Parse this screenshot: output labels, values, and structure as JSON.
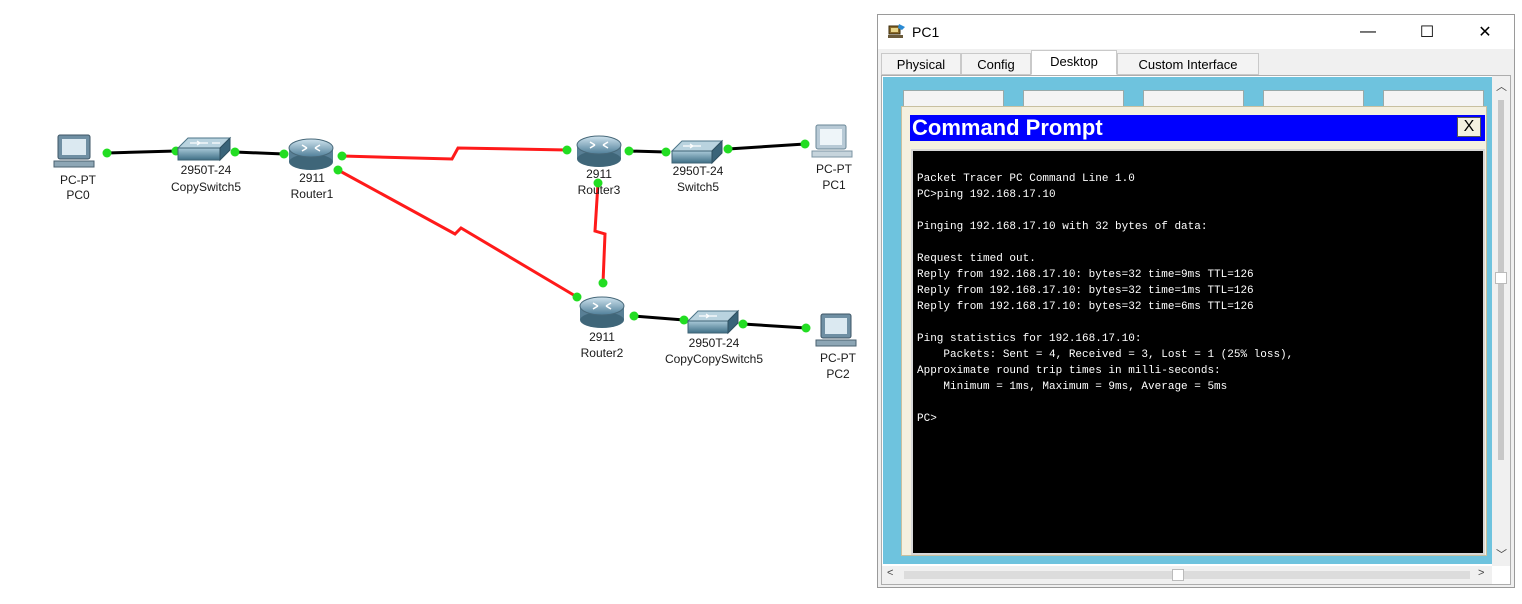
{
  "topology": {
    "devices": [
      {
        "id": "pc0",
        "type": "pc",
        "model": "PC-PT",
        "name": "PC0"
      },
      {
        "id": "copyswitch5",
        "type": "switch",
        "model": "2950T-24",
        "name": "CopySwitch5"
      },
      {
        "id": "router1",
        "type": "router",
        "model": "2911",
        "name": "Router1"
      },
      {
        "id": "router3",
        "type": "router",
        "model": "2911",
        "name": "Router3"
      },
      {
        "id": "switch5",
        "type": "switch",
        "model": "2950T-24",
        "name": "Switch5"
      },
      {
        "id": "pc1",
        "type": "pc",
        "model": "PC-PT",
        "name": "PC1"
      },
      {
        "id": "router2",
        "type": "router",
        "model": "2911",
        "name": "Router2"
      },
      {
        "id": "copycopyswitch5",
        "type": "switch",
        "model": "2950T-24",
        "name": "CopyCopySwitch5"
      },
      {
        "id": "pc2",
        "type": "pc",
        "model": "PC-PT",
        "name": "PC2"
      }
    ],
    "links": [
      {
        "from": "pc0",
        "to": "copyswitch5",
        "kind": "ethernet"
      },
      {
        "from": "copyswitch5",
        "to": "router1",
        "kind": "ethernet"
      },
      {
        "from": "router1",
        "to": "router3",
        "kind": "serial"
      },
      {
        "from": "router1",
        "to": "router2",
        "kind": "serial"
      },
      {
        "from": "router3",
        "to": "router2",
        "kind": "serial"
      },
      {
        "from": "router3",
        "to": "switch5",
        "kind": "ethernet"
      },
      {
        "from": "switch5",
        "to": "pc1",
        "kind": "ethernet"
      },
      {
        "from": "router2",
        "to": "copycopyswitch5",
        "kind": "ethernet"
      },
      {
        "from": "copycopyswitch5",
        "to": "pc2",
        "kind": "ethernet"
      }
    ],
    "colors": {
      "ethernet": "#000000",
      "serial": "#ff1a1a",
      "port": "#22dd22"
    }
  },
  "window": {
    "title": "PC1",
    "icon": "packet-tracer-pc-icon",
    "controls": {
      "minimize": "—",
      "maximize": "☐",
      "close": "✕"
    },
    "tabs": [
      {
        "label": "Physical",
        "active": false
      },
      {
        "label": "Config",
        "active": false
      },
      {
        "label": "Desktop",
        "active": true
      },
      {
        "label": "Custom Interface",
        "active": false
      }
    ]
  },
  "command_prompt": {
    "title": "Command Prompt",
    "close_label": "X",
    "text": "Packet Tracer PC Command Line 1.0\nPC>ping 192.168.17.10\n\nPinging 192.168.17.10 with 32 bytes of data:\n\nRequest timed out.\nReply from 192.168.17.10: bytes=32 time=9ms TTL=126\nReply from 192.168.17.10: bytes=32 time=1ms TTL=126\nReply from 192.168.17.10: bytes=32 time=6ms TTL=126\n\nPing statistics for 192.168.17.10:\n    Packets: Sent = 4, Received = 3, Lost = 1 (25% loss),\nApproximate round trip times in milli-seconds:\n    Minimum = 1ms, Maximum = 9ms, Average = 5ms\n\nPC>"
  }
}
